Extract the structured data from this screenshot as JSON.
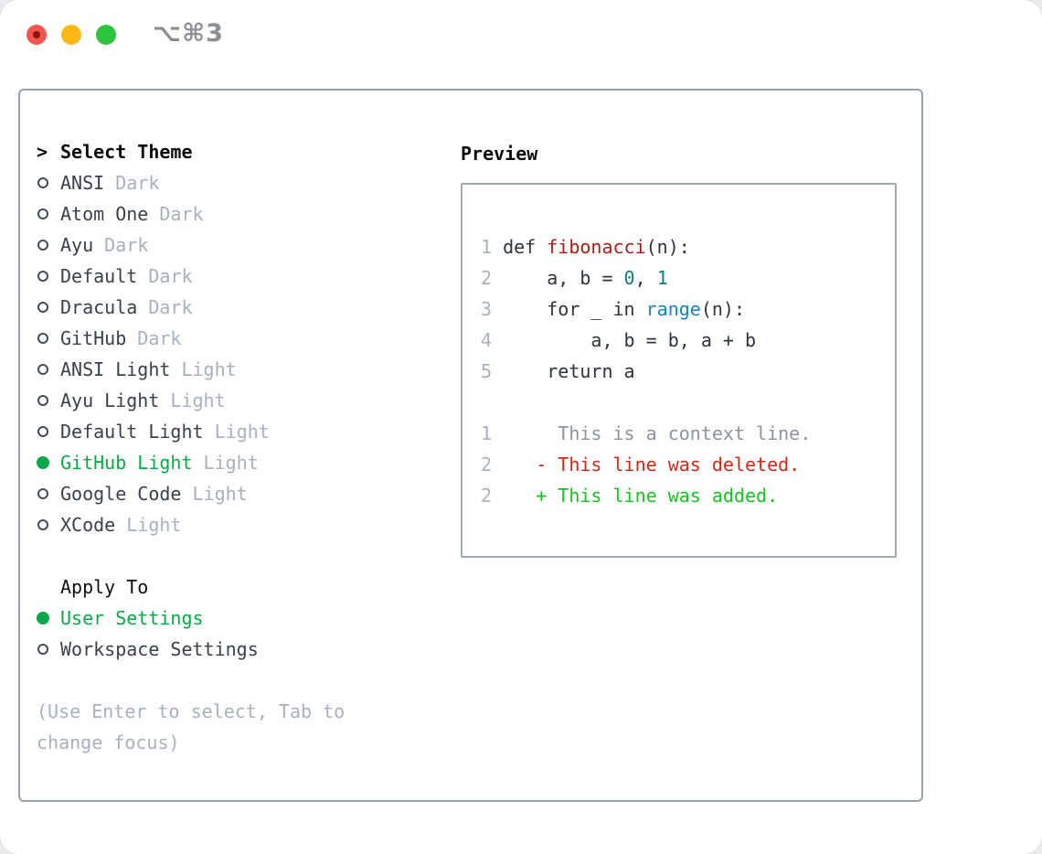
{
  "window": {
    "shortcut_label": "⌥⌘3",
    "traffic_lights": [
      "close",
      "minimize",
      "zoom"
    ]
  },
  "theme_menu": {
    "header_prefix": ">",
    "header": "Select Theme",
    "items": [
      {
        "name": "ANSI",
        "tag": "Dark",
        "selected": false
      },
      {
        "name": "Atom One",
        "tag": "Dark",
        "selected": false
      },
      {
        "name": "Ayu",
        "tag": "Dark",
        "selected": false
      },
      {
        "name": "Default",
        "tag": "Dark",
        "selected": false
      },
      {
        "name": "Dracula",
        "tag": "Dark",
        "selected": false
      },
      {
        "name": "GitHub",
        "tag": "Dark",
        "selected": false
      },
      {
        "name": "ANSI Light",
        "tag": "Light",
        "selected": false
      },
      {
        "name": "Ayu Light",
        "tag": "Light",
        "selected": false
      },
      {
        "name": "Default Light",
        "tag": "Light",
        "selected": false
      },
      {
        "name": "GitHub Light",
        "tag": "Light",
        "selected": true
      },
      {
        "name": "Google Code",
        "tag": "Light",
        "selected": false
      },
      {
        "name": "XCode",
        "tag": "Light",
        "selected": false
      }
    ]
  },
  "apply_to": {
    "header": "Apply To",
    "items": [
      {
        "name": "User Settings",
        "selected": true
      },
      {
        "name": "Workspace Settings",
        "selected": false
      }
    ]
  },
  "help_text": "(Use Enter to select, Tab to change focus)",
  "preview": {
    "title": "Preview",
    "lines": [
      [
        {
          "text": "1",
          "style": "lineno"
        },
        {
          "text": " ",
          "style": "code"
        },
        {
          "text": "def ",
          "style": "code"
        },
        {
          "text": "fibonacci",
          "style": "func"
        },
        {
          "text": "(n):",
          "style": "code"
        }
      ],
      [
        {
          "text": "2",
          "style": "lineno"
        },
        {
          "text": "     a, b = ",
          "style": "code"
        },
        {
          "text": "0",
          "style": "number"
        },
        {
          "text": ", ",
          "style": "code"
        },
        {
          "text": "1",
          "style": "number"
        }
      ],
      [
        {
          "text": "3",
          "style": "lineno"
        },
        {
          "text": "     for _ in ",
          "style": "code"
        },
        {
          "text": "range",
          "style": "builtin"
        },
        {
          "text": "(n):",
          "style": "code"
        }
      ],
      [
        {
          "text": "4",
          "style": "lineno"
        },
        {
          "text": "         a, b = b, a + b",
          "style": "code"
        }
      ],
      [
        {
          "text": "5",
          "style": "lineno"
        },
        {
          "text": "     return a",
          "style": "code"
        }
      ],
      [],
      [
        {
          "text": "1",
          "style": "lineno"
        },
        {
          "text": "      This is a context line.",
          "style": "context"
        }
      ],
      [
        {
          "text": "2",
          "style": "lineno"
        },
        {
          "text": "    - This line was deleted.",
          "style": "deleted"
        }
      ],
      [
        {
          "text": "2",
          "style": "lineno"
        },
        {
          "text": "    + This line was added.",
          "style": "added"
        }
      ]
    ]
  },
  "colors": {
    "selected_green": "#0ca74a",
    "added_green": "#15c321",
    "deleted_red": "#cd2a1b",
    "function_red": "#a81f17",
    "number_teal": "#107c7e",
    "builtin_blue": "#1286c2",
    "code_text": "#2e343d",
    "muted": "#a8b1bd",
    "context_gray": "#8d949d",
    "traffic_red": "#f4534f",
    "traffic_yellow": "#fbb817",
    "traffic_green": "#2dc53d"
  }
}
